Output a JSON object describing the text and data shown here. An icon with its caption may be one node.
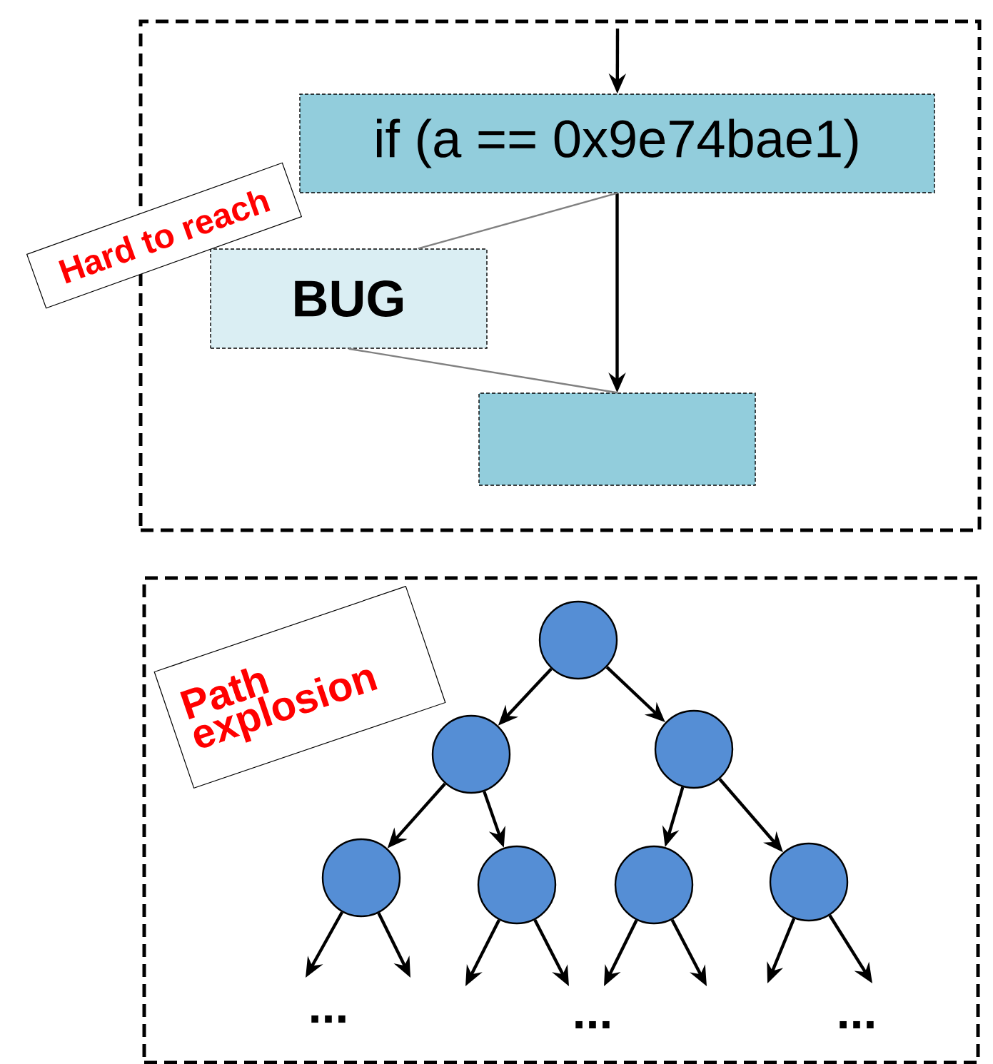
{
  "diagram": {
    "nodes": [
      {
        "text": [],
        "shape": "box"
      },
      {
        "text": [
          "if (a == 0x9e74bae1)"
        ],
        "in": 0
      },
      {
        "text": [
          "BUG"
        ],
        "in": 0
      },
      {
        "text": [],
        "shape": "box",
        "in": 0
      },
      {
        "text": [
          "Hard to reach"
        ]
      },
      {
        "text": [],
        "shape": "box"
      },
      {
        "text": [
          "Path explosion"
        ],
        "in": 5
      },
      {
        "text": [],
        "shape": "circle",
        "in": 5
      },
      {
        "text": [],
        "shape": "circle",
        "in": 5
      },
      {
        "text": [],
        "shape": "circle",
        "in": 5
      },
      {
        "text": [],
        "shape": "circle",
        "in": 5
      },
      {
        "text": [],
        "shape": "circle",
        "in": 5
      },
      {
        "text": [],
        "shape": "circle",
        "in": 5
      },
      {
        "text": [],
        "shape": "circle",
        "in": 5
      }
    ],
    "edges": [
      {
        "from": null,
        "to": 1,
        "arrow": "to"
      },
      {
        "from": 1,
        "to": 3,
        "arrow": "to"
      },
      {
        "from": 1,
        "to": 2,
        "arrow": "none",
        "color": "#808080"
      },
      {
        "from": 2,
        "to": 3,
        "arrow": "none",
        "color": "#808080"
      },
      {
        "from": 7,
        "to": 8,
        "arrow": "to"
      },
      {
        "from": 7,
        "to": 9,
        "arrow": "to"
      },
      {
        "from": 8,
        "to": 10,
        "arrow": "to"
      },
      {
        "from": 8,
        "to": 11,
        "arrow": "to"
      },
      {
        "from": 9,
        "to": 12,
        "arrow": "to"
      },
      {
        "from": 9,
        "to": 13,
        "arrow": "to"
      },
      {
        "from": 10,
        "to": null,
        "arrow": "to"
      },
      {
        "from": 10,
        "to": null,
        "arrow": "to"
      },
      {
        "from": 11,
        "to": null,
        "arrow": "to"
      },
      {
        "from": 11,
        "to": null,
        "arrow": "to"
      },
      {
        "from": 12,
        "to": null,
        "arrow": "to"
      },
      {
        "from": 12,
        "to": null,
        "arrow": "to"
      },
      {
        "from": 13,
        "to": null,
        "arrow": "to"
      },
      {
        "from": 13,
        "to": null,
        "arrow": "to"
      }
    ],
    "labels": [
      "...",
      "...",
      "..."
    ]
  }
}
